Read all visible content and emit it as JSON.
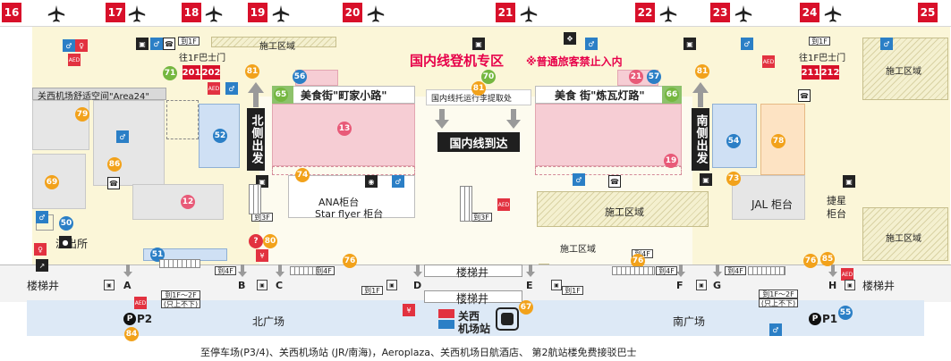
{
  "gates": [
    "16",
    "17",
    "18",
    "19",
    "20",
    "21",
    "22",
    "23",
    "24",
    "25"
  ],
  "colors": {
    "gate": "#d8102a",
    "accent_red": "#e7004a",
    "yellow_zone": "#fbf6d8",
    "blue_zone": "#dde9f6",
    "pink_shop": "#f6cdd4"
  },
  "zones": {
    "construction_top": "施工区域",
    "domestic_exclusive": "国内线登机专区",
    "no_entry": "※普通旅客禁止入内",
    "bus_gate_west": "往1F巴士门",
    "bus_gate_east": "往1F巴士门",
    "area24": "关西机场舒适空间\"Area24\"",
    "food_west": "美食街\"町家小路\"",
    "food_east": "美食 街\"炼瓦灯路\"",
    "north_departure": "北侧出发",
    "south_departure": "南侧出发",
    "domestic_baggage": "国内线托运行李提取处",
    "domestic_arrival": "国内线到达",
    "ana_counter_line1": "ANA柜台",
    "ana_counter_line2": "Star flyer 柜台",
    "jal_counter": "JAL 柜台",
    "skymark_line1": "捷星",
    "skymark_line2": "柜台",
    "construction_center": "施工区域",
    "construction_east": "施工区域",
    "construction_far_east": "施工区域",
    "construction_south": "施工区域",
    "police": "派出所",
    "stairwell_a": "楼梯井",
    "stairwell_center_1": "楼梯井",
    "stairwell_center_2": "楼梯井",
    "stairwell_h": "楼梯井",
    "north_plaza": "北广场",
    "south_plaza": "南广场",
    "station_line1": "关西",
    "station_line2": "机场站",
    "footer": "至停车场(P3/4)、关西机场站 (JR/南海)，Aeroplaza、关西机场日航酒店、 第2航站楼免费接驳巴士"
  },
  "bus_gates": {
    "west": [
      "201",
      "202"
    ],
    "east": [
      "211",
      "212"
    ]
  },
  "floor_labels": {
    "to_1f_a": "到1F",
    "to_1f_b": "到1F",
    "to_3f_a": "到3F",
    "to_3f_b": "到3F",
    "to_4f_a": "到4F",
    "to_4f_b": "到4F",
    "to_4f_c": "到4F",
    "to_4f_d": "到4F",
    "to_4f_e": "到4F",
    "to_1f_c": "到1F",
    "to_1f_d": "到1F",
    "to_1f_2f_west": "到1F～2F",
    "up_only_west": "(只上不下)",
    "to_1f_2f_east": "到1F～2F",
    "up_only_east": "(只上不下)"
  },
  "doors": [
    "A",
    "B",
    "C",
    "D",
    "E",
    "F",
    "G",
    "H"
  ],
  "parking": {
    "p2": "P2",
    "p1": "P1"
  },
  "spot_numbers": {
    "n12": "12",
    "n13": "13",
    "n19": "19",
    "n21": "21",
    "n50": "50",
    "n51": "51",
    "n52": "52",
    "n54": "54",
    "n55": "55",
    "n56": "56",
    "n57": "57",
    "n65": "65",
    "n66": "66",
    "n67": "67",
    "n69": "69",
    "n70": "70",
    "n71": "71",
    "n73": "73",
    "n74": "74",
    "n76a": "76",
    "n76b": "76",
    "n76c": "76",
    "n78": "78",
    "n79": "79",
    "n80": "80",
    "n81a": "81",
    "n81b": "81",
    "n81c": "81",
    "n84": "84",
    "n85": "85",
    "n86": "86"
  },
  "icons": [
    "airplane-icon",
    "restroom-icon",
    "elevator-icon",
    "escalator-icon",
    "telephone-icon",
    "aed-icon",
    "atm-icon",
    "info-icon",
    "train-icon"
  ]
}
